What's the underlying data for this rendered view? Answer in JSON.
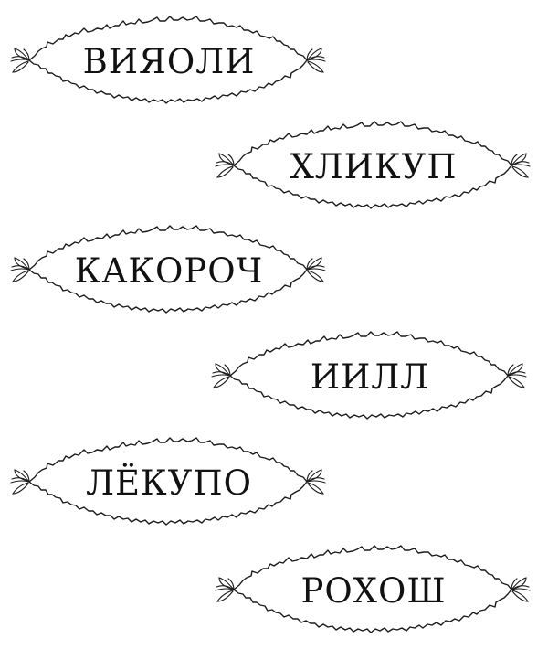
{
  "page": {
    "background": "#ffffff",
    "stroke_color": "#1a1a1a",
    "text_color": "#111111"
  },
  "cards": [
    {
      "label": "ВИЯОЛИ",
      "position": "left"
    },
    {
      "label": "ХЛИКУП",
      "position": "right"
    },
    {
      "label": "КАКОРОЧ",
      "position": "left"
    },
    {
      "label": "ИИЛЛ",
      "position": "right"
    },
    {
      "label": "ЛЁКУПО",
      "position": "left"
    },
    {
      "label": "РОХОШ",
      "position": "right"
    }
  ],
  "icons": {
    "frame": "scalloped-oval-frame",
    "ornament": "leaf-sprig"
  }
}
